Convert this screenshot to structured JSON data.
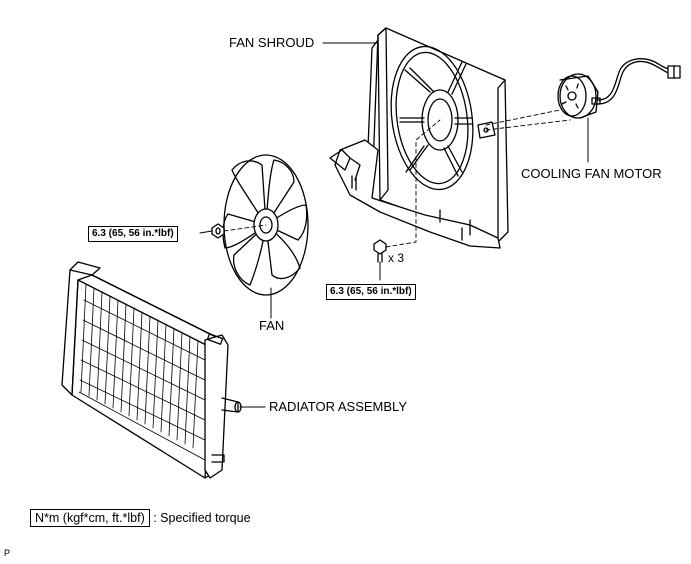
{
  "labels": {
    "fan_shroud": "FAN SHROUD",
    "cooling_fan_motor": "COOLING FAN MOTOR",
    "fan": "FAN",
    "radiator_assembly": "RADIATOR ASSEMBLY",
    "quantity": "x 3"
  },
  "torque_specs": {
    "fan_nut": "6.3 (65, 56 in.*lbf)",
    "shroud_bolt": "6.3 (65, 56 in.*lbf)"
  },
  "legend": {
    "unit": "N*m (kgf*cm, ft.*lbf)",
    "description": ": Specified torque"
  },
  "figure_ref": "P"
}
